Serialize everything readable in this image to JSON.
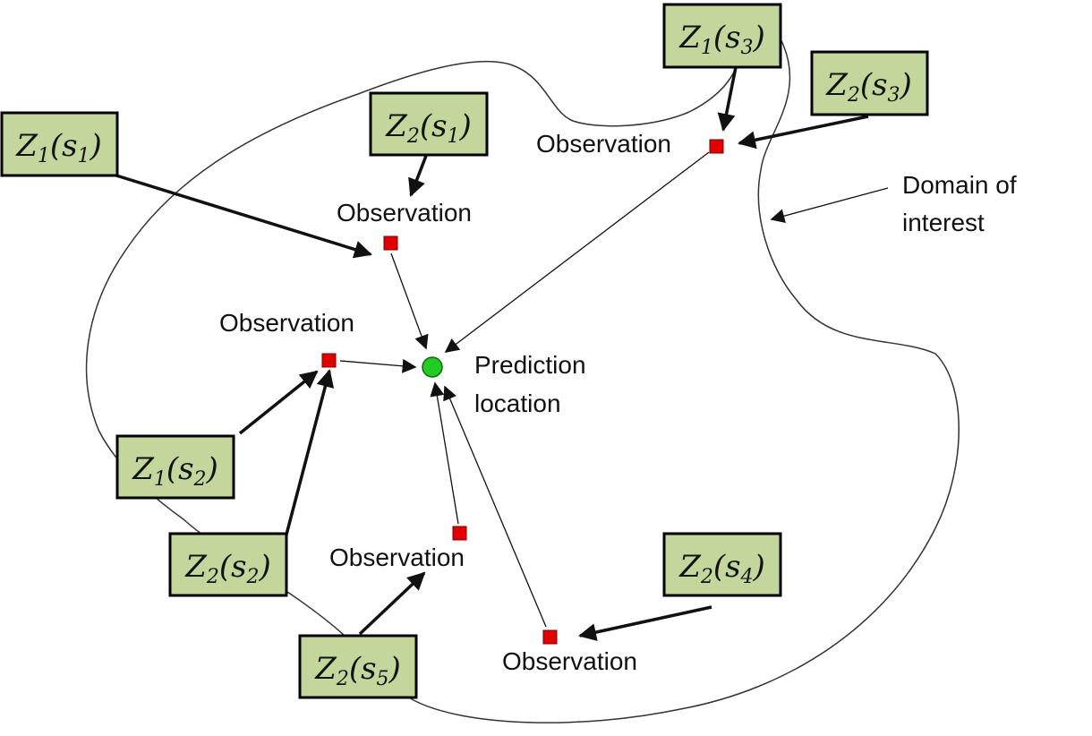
{
  "labels": {
    "observation": "Observation",
    "prediction_line1": "Prediction",
    "prediction_line2": "location",
    "domain_line1": "Domain of",
    "domain_line2": "interest"
  },
  "variables": [
    {
      "id": "z1-s1",
      "var": "Z",
      "var_index": "1",
      "site": "s",
      "site_index": "1"
    },
    {
      "id": "z2-s1",
      "var": "Z",
      "var_index": "2",
      "site": "s",
      "site_index": "1"
    },
    {
      "id": "z1-s3",
      "var": "Z",
      "var_index": "1",
      "site": "s",
      "site_index": "3"
    },
    {
      "id": "z2-s3",
      "var": "Z",
      "var_index": "2",
      "site": "s",
      "site_index": "3"
    },
    {
      "id": "z1-s2",
      "var": "Z",
      "var_index": "1",
      "site": "s",
      "site_index": "2"
    },
    {
      "id": "z2-s2",
      "var": "Z",
      "var_index": "2",
      "site": "s",
      "site_index": "2"
    },
    {
      "id": "z2-s5",
      "var": "Z",
      "var_index": "2",
      "site": "s",
      "site_index": "5"
    },
    {
      "id": "z2-s4",
      "var": "Z",
      "var_index": "2",
      "site": "s",
      "site_index": "4"
    }
  ],
  "colors": {
    "observation_marker": "#e00000",
    "prediction_marker": "#22cc22",
    "variable_box": "#c3d69b"
  }
}
